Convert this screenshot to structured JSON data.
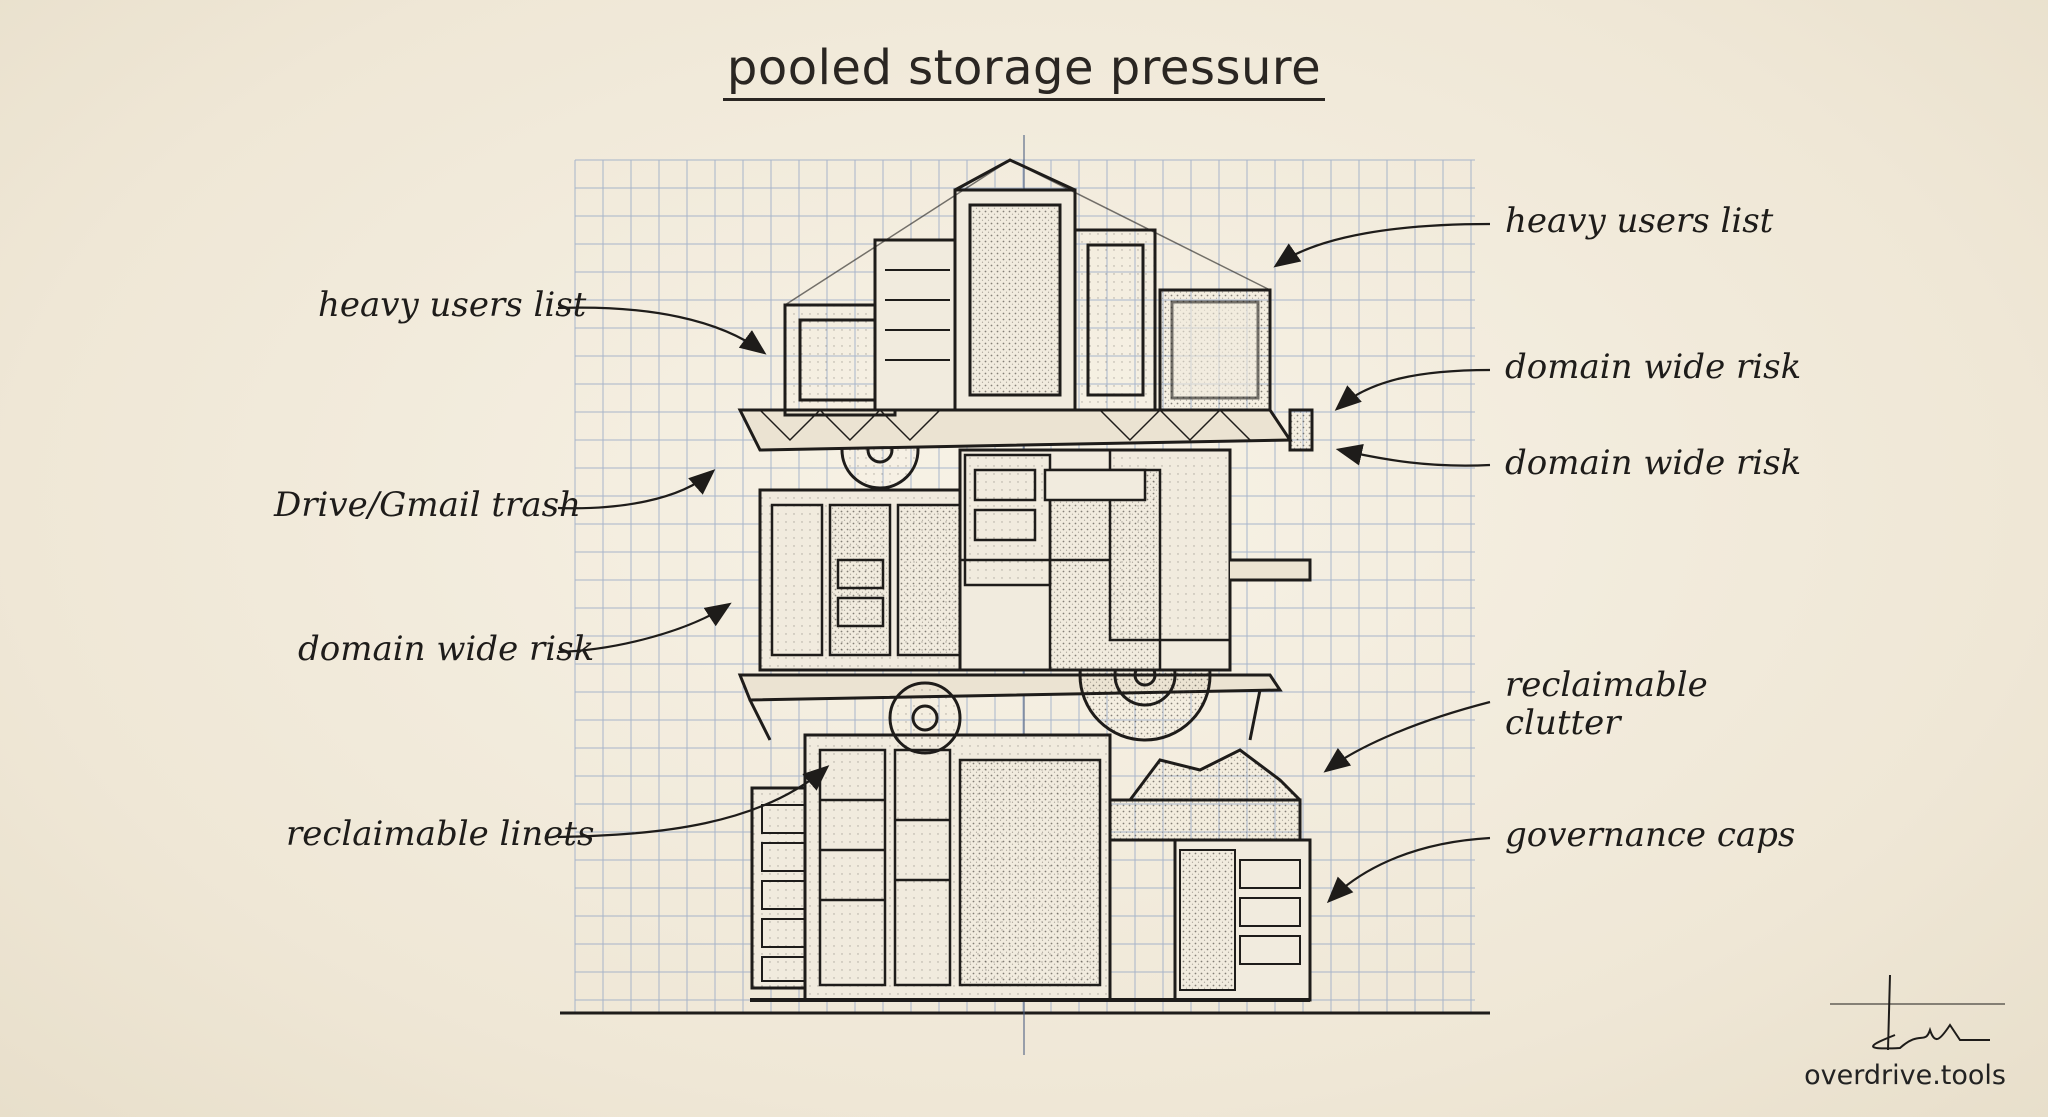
{
  "title": "pooled storage pressure",
  "labels_left": [
    {
      "id": "left-1",
      "text": "heavy users list"
    },
    {
      "id": "left-2",
      "text": "Drive/Gmail trash"
    },
    {
      "id": "left-3",
      "text": "domain wide risk"
    },
    {
      "id": "left-4",
      "text": "reclaimable linets"
    }
  ],
  "labels_right": [
    {
      "id": "right-1",
      "text": "heavy users list"
    },
    {
      "id": "right-2",
      "text": "domain wide risk"
    },
    {
      "id": "right-3",
      "text": "domain wide risk"
    },
    {
      "id": "right-4",
      "text": "reclaimable\nclutter"
    },
    {
      "id": "right-5",
      "text": "governance caps"
    }
  ],
  "brand": "overdrive.tools",
  "colors": {
    "paper": "#f3ede0",
    "ink": "#1e1c1a",
    "grid": "#8fa3c4"
  }
}
